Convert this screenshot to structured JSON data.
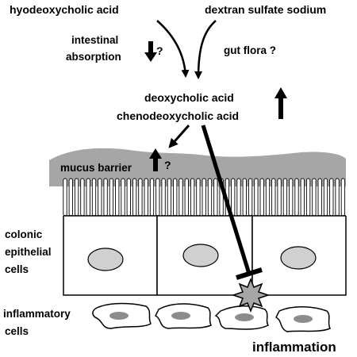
{
  "labels": {
    "hyodeoxycholic": "hyodeoxycholic acid",
    "dss": "dextran sulfate sodium",
    "absorption_line1": "intestinal",
    "absorption_line2": "absorption",
    "absorption_q": "?",
    "gut_flora": "gut flora ?",
    "deoxycholic": "deoxycholic acid",
    "chenodeoxycholic": "chenodeoxycholic acid",
    "mucus": "mucus barrier",
    "mucus_q": "?",
    "colonic_line1": "colonic",
    "colonic_line2": "epithelial",
    "colonic_line3": "cells",
    "inflam_cells_line1": "inflammatory",
    "inflam_cells_line2": "cells",
    "inflammation": "inflammation"
  },
  "icons": {
    "absorption_trend": "arrow-down-icon",
    "bile_acid_trend": "arrow-up-icon",
    "mucus_trend": "arrow-up-icon",
    "inhibition": "blunt-arrow-icon",
    "inflammation_burst": "starburst-icon"
  },
  "colors": {
    "mucus": "#a6a6a6",
    "nucleus": "#d0d0d0",
    "inflammatory_nucleus": "#8c8c8c",
    "ink": "#000000"
  }
}
